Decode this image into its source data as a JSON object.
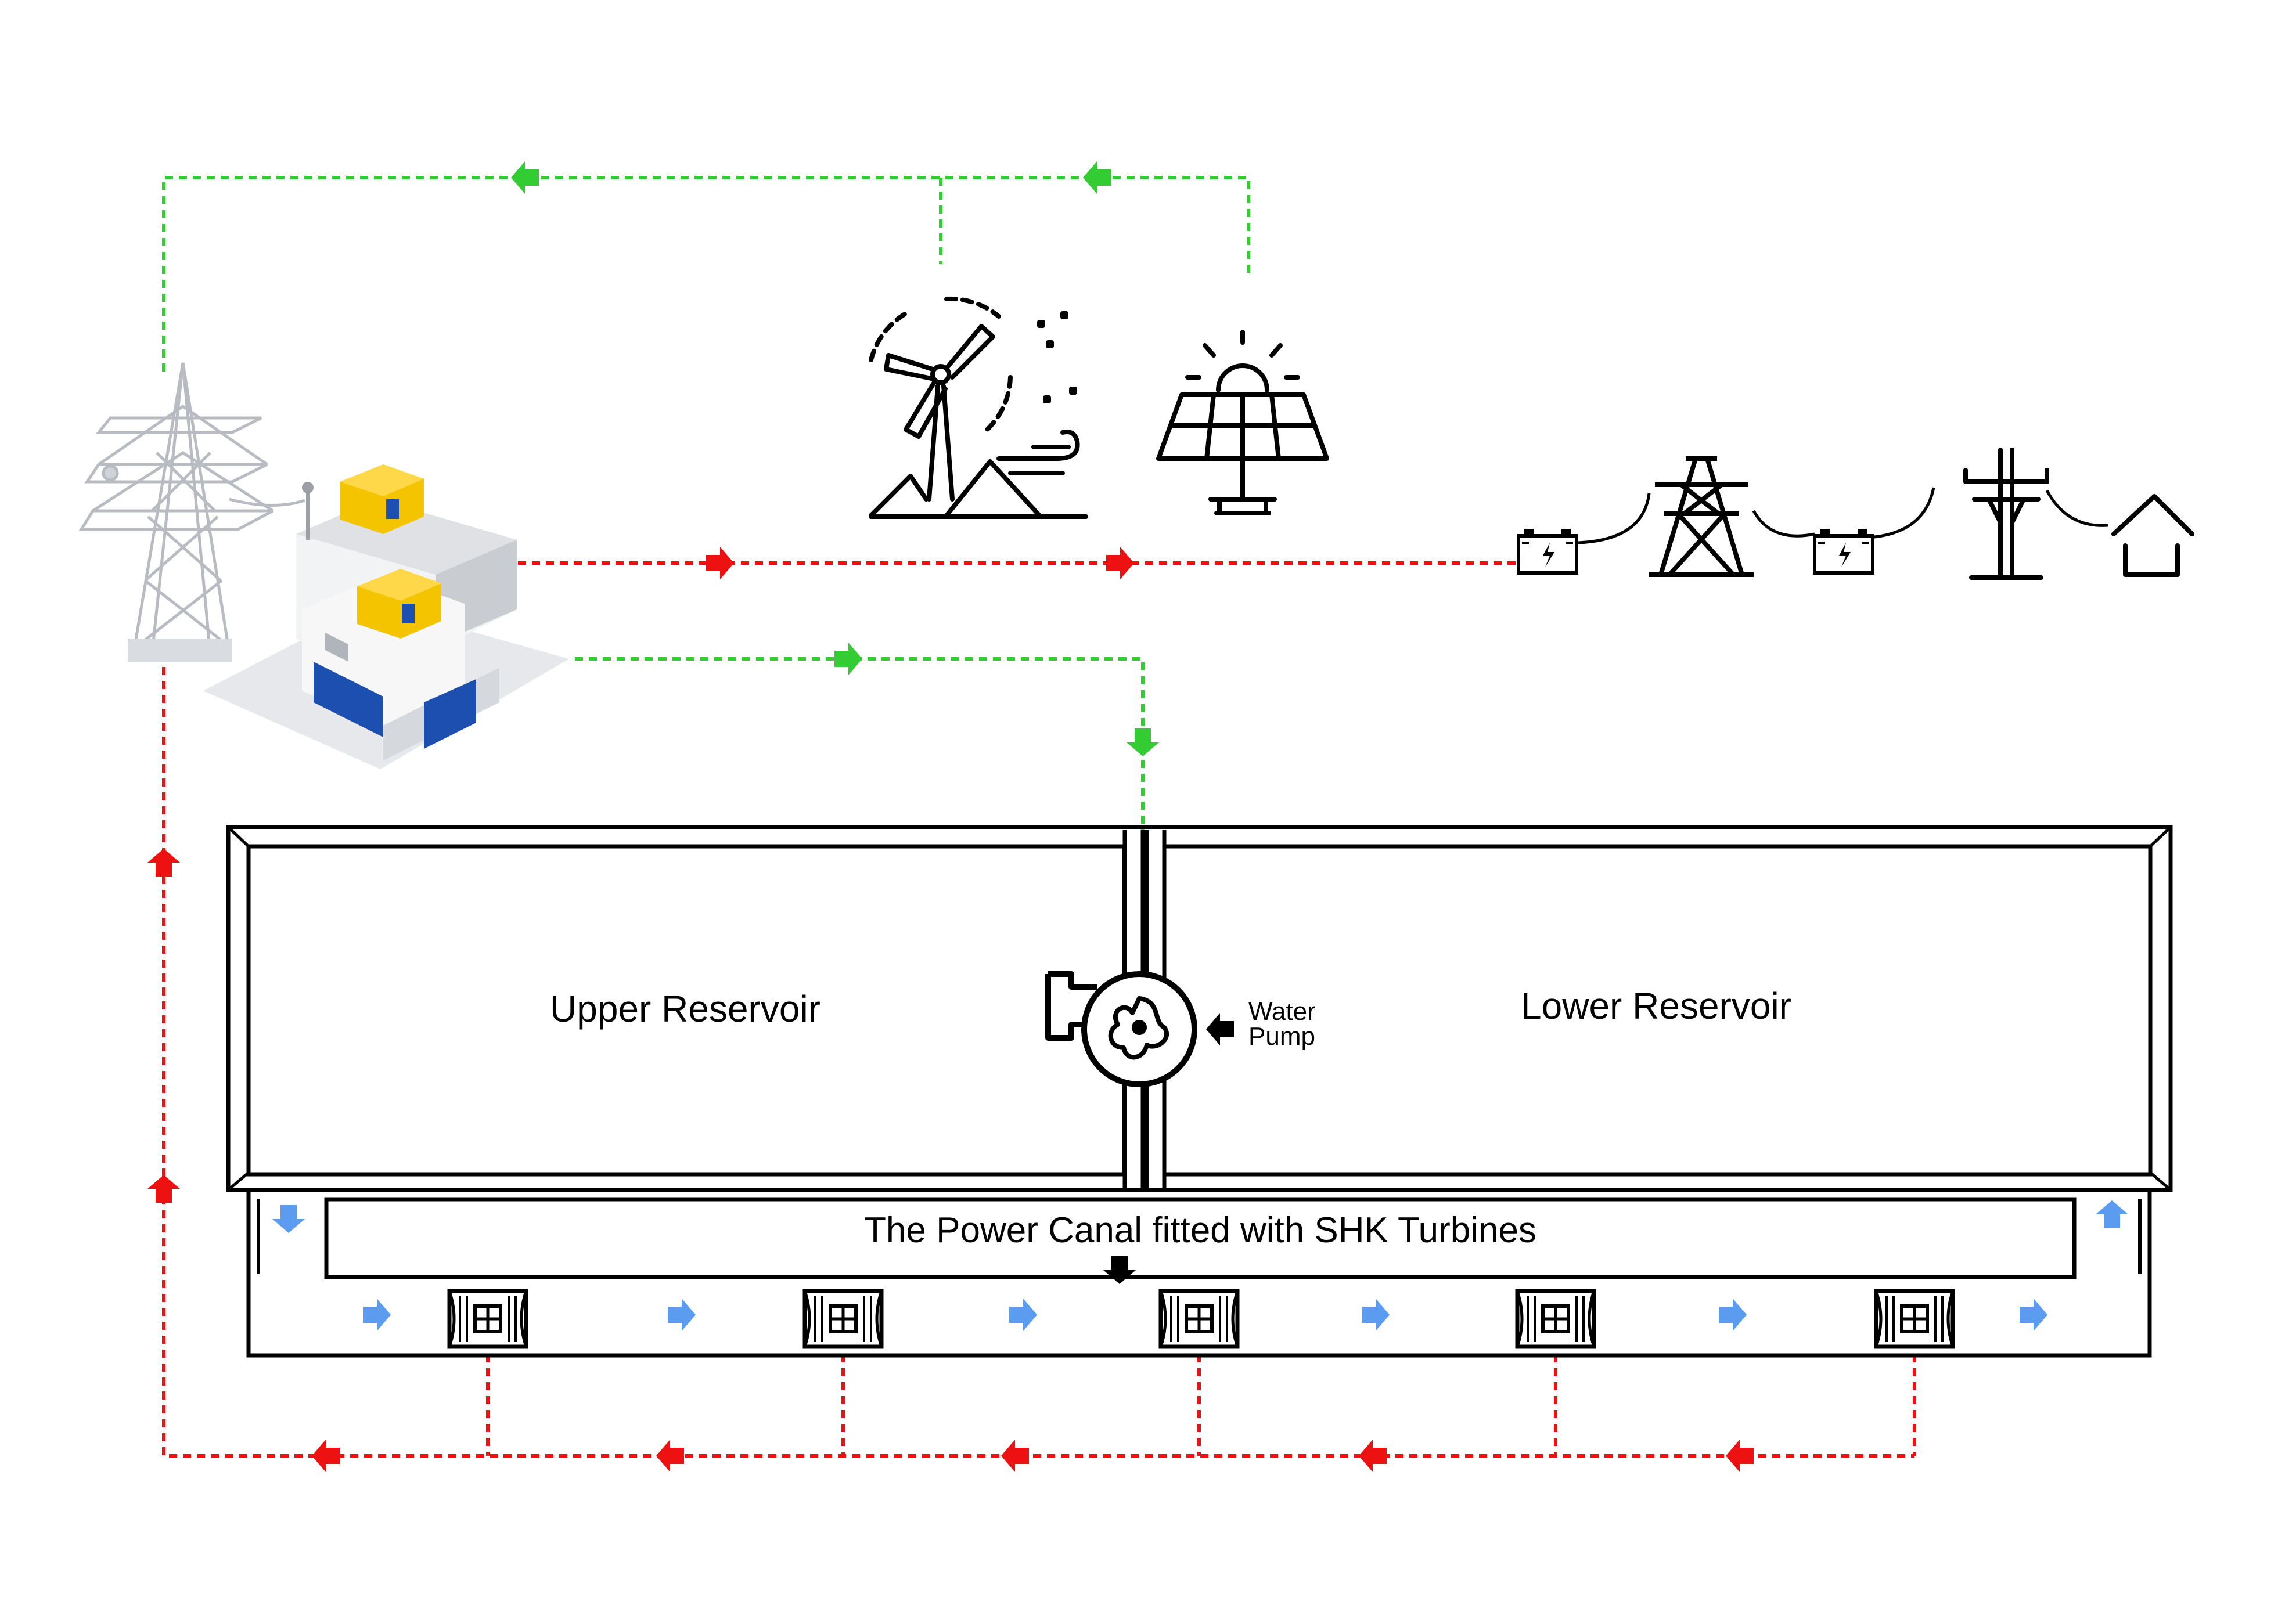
{
  "labels": {
    "upper_reservoir": "Upper Reservoir",
    "lower_reservoir": "Lower Reservoir",
    "pump_line1": "Water",
    "pump_line2": "Pump",
    "canal": "The Power Canal fitted with SHK Turbines"
  },
  "icons": [
    "transmission-tower-icon",
    "power-station-building-icon",
    "wind-turbine-icon",
    "solar-panel-icon",
    "battery-icon",
    "transmission-tower-icon",
    "utility-pole-icon",
    "house-icon",
    "water-pump-icon",
    "turbine-icon"
  ],
  "colors": {
    "green_flow": "#33cc33",
    "red_flow": "#ee1111",
    "water_flow": "#5b9cf0",
    "structure": "#000000",
    "roof_box": "#f5c400",
    "window": "#1c4fb0"
  }
}
